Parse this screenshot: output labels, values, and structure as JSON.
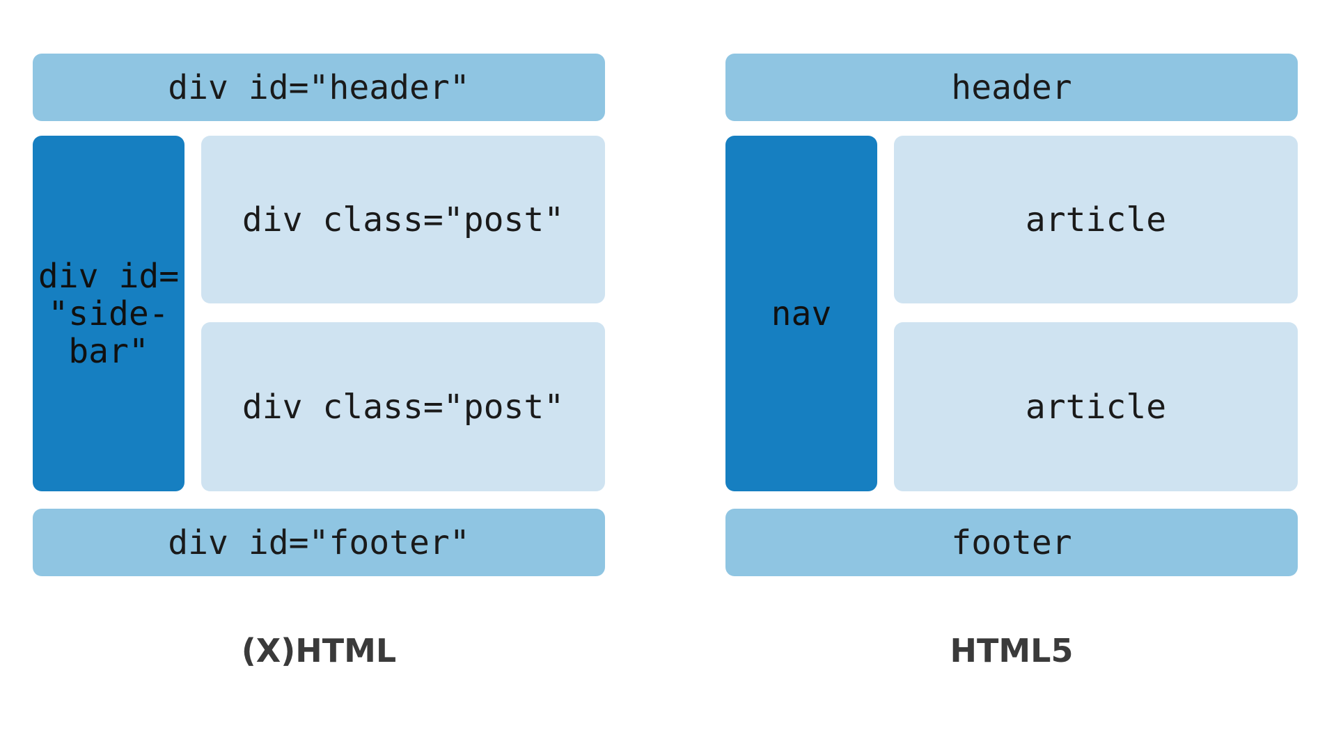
{
  "xhtml": {
    "header": "div id=\"header\"",
    "sidebar": "div id=\n\"side-\nbar\"",
    "post_1": "div class=\"post\"",
    "post_2": "div class=\"post\"",
    "footer": "div id=\"footer\"",
    "caption": "(X)HTML"
  },
  "html5": {
    "header": "header",
    "nav": "nav",
    "article_1": "article",
    "article_2": "article",
    "footer": "footer",
    "caption": "HTML5"
  },
  "colors": {
    "header_footer": "#8fc5e2",
    "content": "#cfe3f1",
    "sidebar": "#167fc1",
    "caption_text": "#3a3a3a"
  }
}
